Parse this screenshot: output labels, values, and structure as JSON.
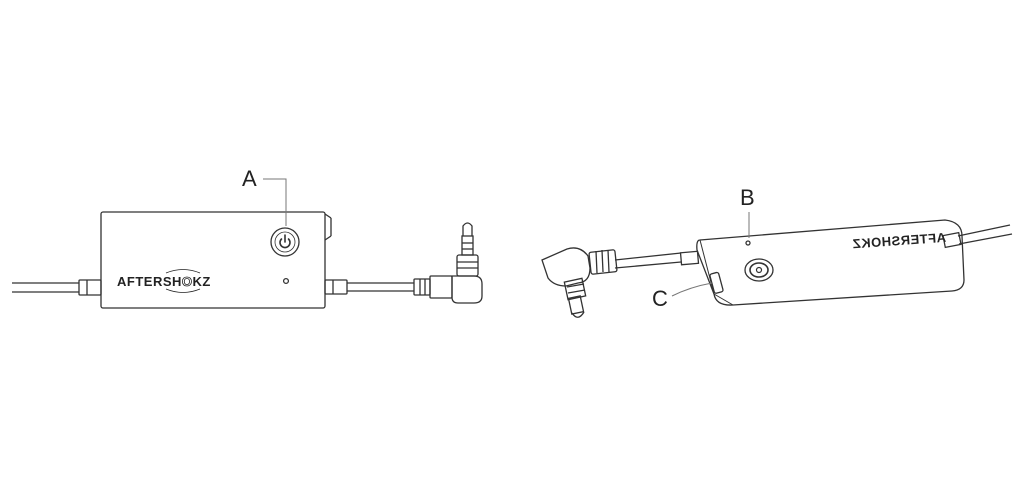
{
  "labels": {
    "a": "A",
    "b": "B",
    "c": "C"
  },
  "brand": {
    "part1": "AFTERSH",
    "part2": "O",
    "part3": "KZ"
  },
  "colors": {
    "stroke": "#333333",
    "label_line": "#777777",
    "background": "#ffffff"
  },
  "icons": {
    "power_button": "power-icon",
    "led": "indicator-led",
    "usb_port": "usb-port-icon"
  }
}
